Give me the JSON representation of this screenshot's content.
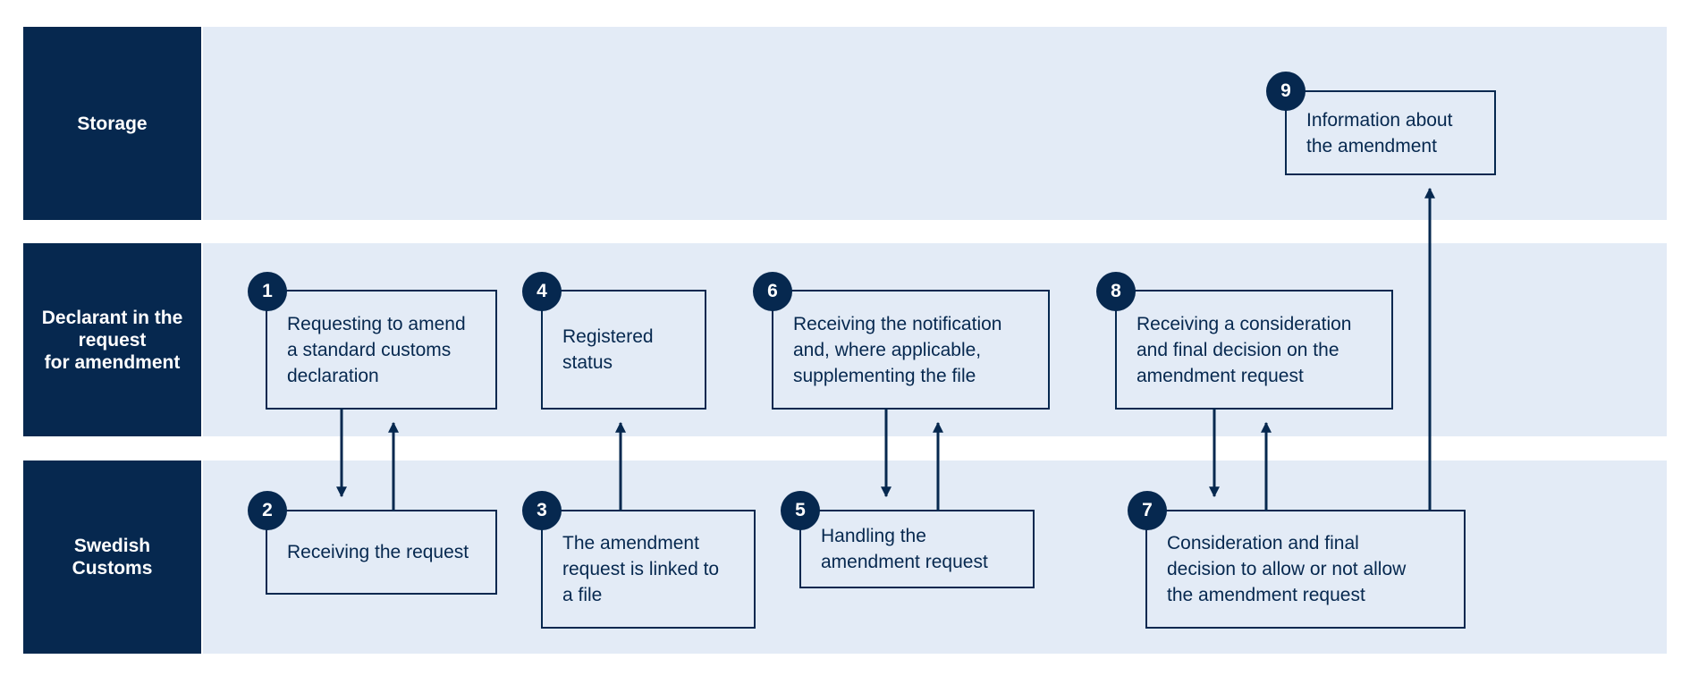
{
  "lanes": {
    "storage": "Storage",
    "declarant": "Declarant in the\nrequest\nfor amendment",
    "customs": "Swedish\nCustoms"
  },
  "steps": [
    {
      "num": "1",
      "text": "Requesting to amend\na standard customs\ndeclaration"
    },
    {
      "num": "2",
      "text": "Receiving the request"
    },
    {
      "num": "3",
      "text": "The amendment\nrequest is linked to\na file"
    },
    {
      "num": "4",
      "text": "Registered\nstatus"
    },
    {
      "num": "5",
      "text": "Handling the\namendment request"
    },
    {
      "num": "6",
      "text": "Receiving the notification\nand, where applicable,\nsupplementing the file"
    },
    {
      "num": "7",
      "text": "Consideration and final\ndecision to allow or not allow\nthe amendment request"
    },
    {
      "num": "8",
      "text": "Receiving a consideration\nand final decision on the\namendment request"
    },
    {
      "num": "9",
      "text": "Information about\nthe amendment"
    }
  ],
  "colors": {
    "navy": "#06284f",
    "lane_bg": "#e3ebf6"
  }
}
